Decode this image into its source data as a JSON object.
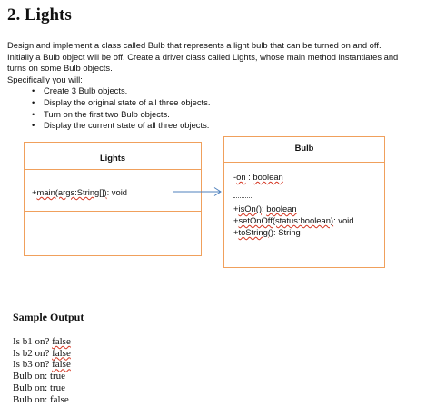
{
  "heading": "2.  Lights",
  "intro": {
    "lines": [
      "Design and implement a class called Bulb that represents a light bulb that can be turned on and off.",
      "Initially a Bulb object will be off.  Create a driver class called Lights, whose main method instantiates and",
      "turns on some Bulb objects.",
      "Specifically you will:"
    ],
    "bullets": [
      "Create 3 Bulb objects.",
      "Display the original state of all three objects.",
      "Turn on the first two Bulb objects.",
      "Display the current state of all three objects."
    ],
    "bullet_glyph": "•"
  },
  "lights_class": {
    "name": "Lights",
    "methods": [
      {
        "prefix": "+",
        "name": "main(args:String[])",
        "suffix": ": void"
      }
    ]
  },
  "bulb_class": {
    "name": "Bulb",
    "attributes": [
      {
        "prefix": "-",
        "name": "on",
        "suffix": " : ",
        "type": "boolean"
      }
    ],
    "methods": [
      {
        "prefix": "+",
        "name": "isOn()",
        "suffix": ": ",
        "type": "boolean"
      },
      {
        "prefix": "+",
        "name": "setOnOff(status:boolean)",
        "suffix": ": void"
      },
      {
        "prefix": "+",
        "name": "toString()",
        "suffix": ": String"
      }
    ]
  },
  "colors": {
    "box_border": "#f0a05c",
    "arrow": "#4f81bd",
    "squiggle": "#d4331f"
  },
  "sample": {
    "title": "Sample Output",
    "lines": [
      {
        "text": "Is b1 on? ",
        "value": "false"
      },
      {
        "text": "Is b2 on? ",
        "value": "false"
      },
      {
        "text": "Is b3 on? ",
        "value": "false"
      },
      {
        "text": "Bulb on: true",
        "value": ""
      },
      {
        "text": "Bulb on: true",
        "value": ""
      },
      {
        "text": "Bulb on: false",
        "value": ""
      }
    ]
  }
}
